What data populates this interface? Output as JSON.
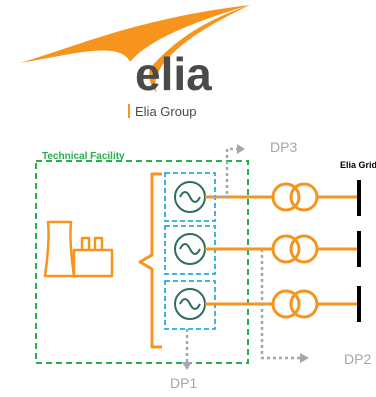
{
  "brand": {
    "name": "elia",
    "group": "Elia Group",
    "color_orange": "#F7941D",
    "color_text": "#4A4A4A"
  },
  "diagram": {
    "facility_label": "Technical Facility",
    "grid_label": "Elia Grid",
    "delivery_points": {
      "top": "DP3",
      "middle": "DP2",
      "bottom": "DP1"
    },
    "generator_count": 3,
    "colors": {
      "facility_border": "#22B14C",
      "facility_label": "#22B14C",
      "generator_box": "#29A9E0",
      "generator_symbol": "#2E6E5E",
      "connection": "#F7941D",
      "busbar": "#000000",
      "delivery_arrow": "#A0A8B0",
      "dp_text": "#A0A8B0"
    },
    "icons": {
      "plant": "power-plant-icon",
      "generator": "generator-icon",
      "transformer": "transformer-icon"
    }
  }
}
